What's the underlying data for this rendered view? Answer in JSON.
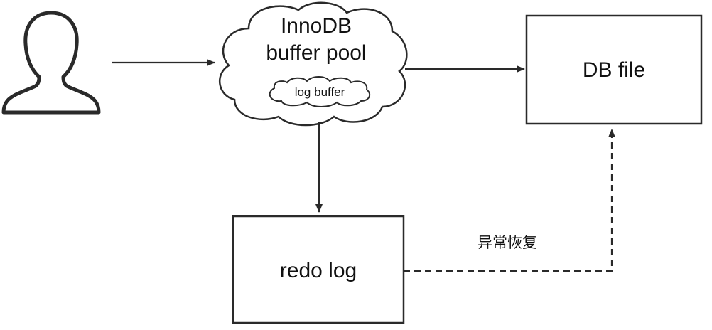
{
  "nodes": {
    "buffer_pool": {
      "line1": "InnoDB",
      "line2": "buffer pool",
      "inner": "log buffer"
    },
    "db_file": "DB file",
    "redo_log": "redo log"
  },
  "edges": {
    "recovery_label": "异常恢复"
  },
  "colors": {
    "stroke": "#2a2a2a",
    "text": "#111111",
    "background": "#ffffff"
  },
  "icons": {
    "user": "user-silhouette-icon"
  }
}
